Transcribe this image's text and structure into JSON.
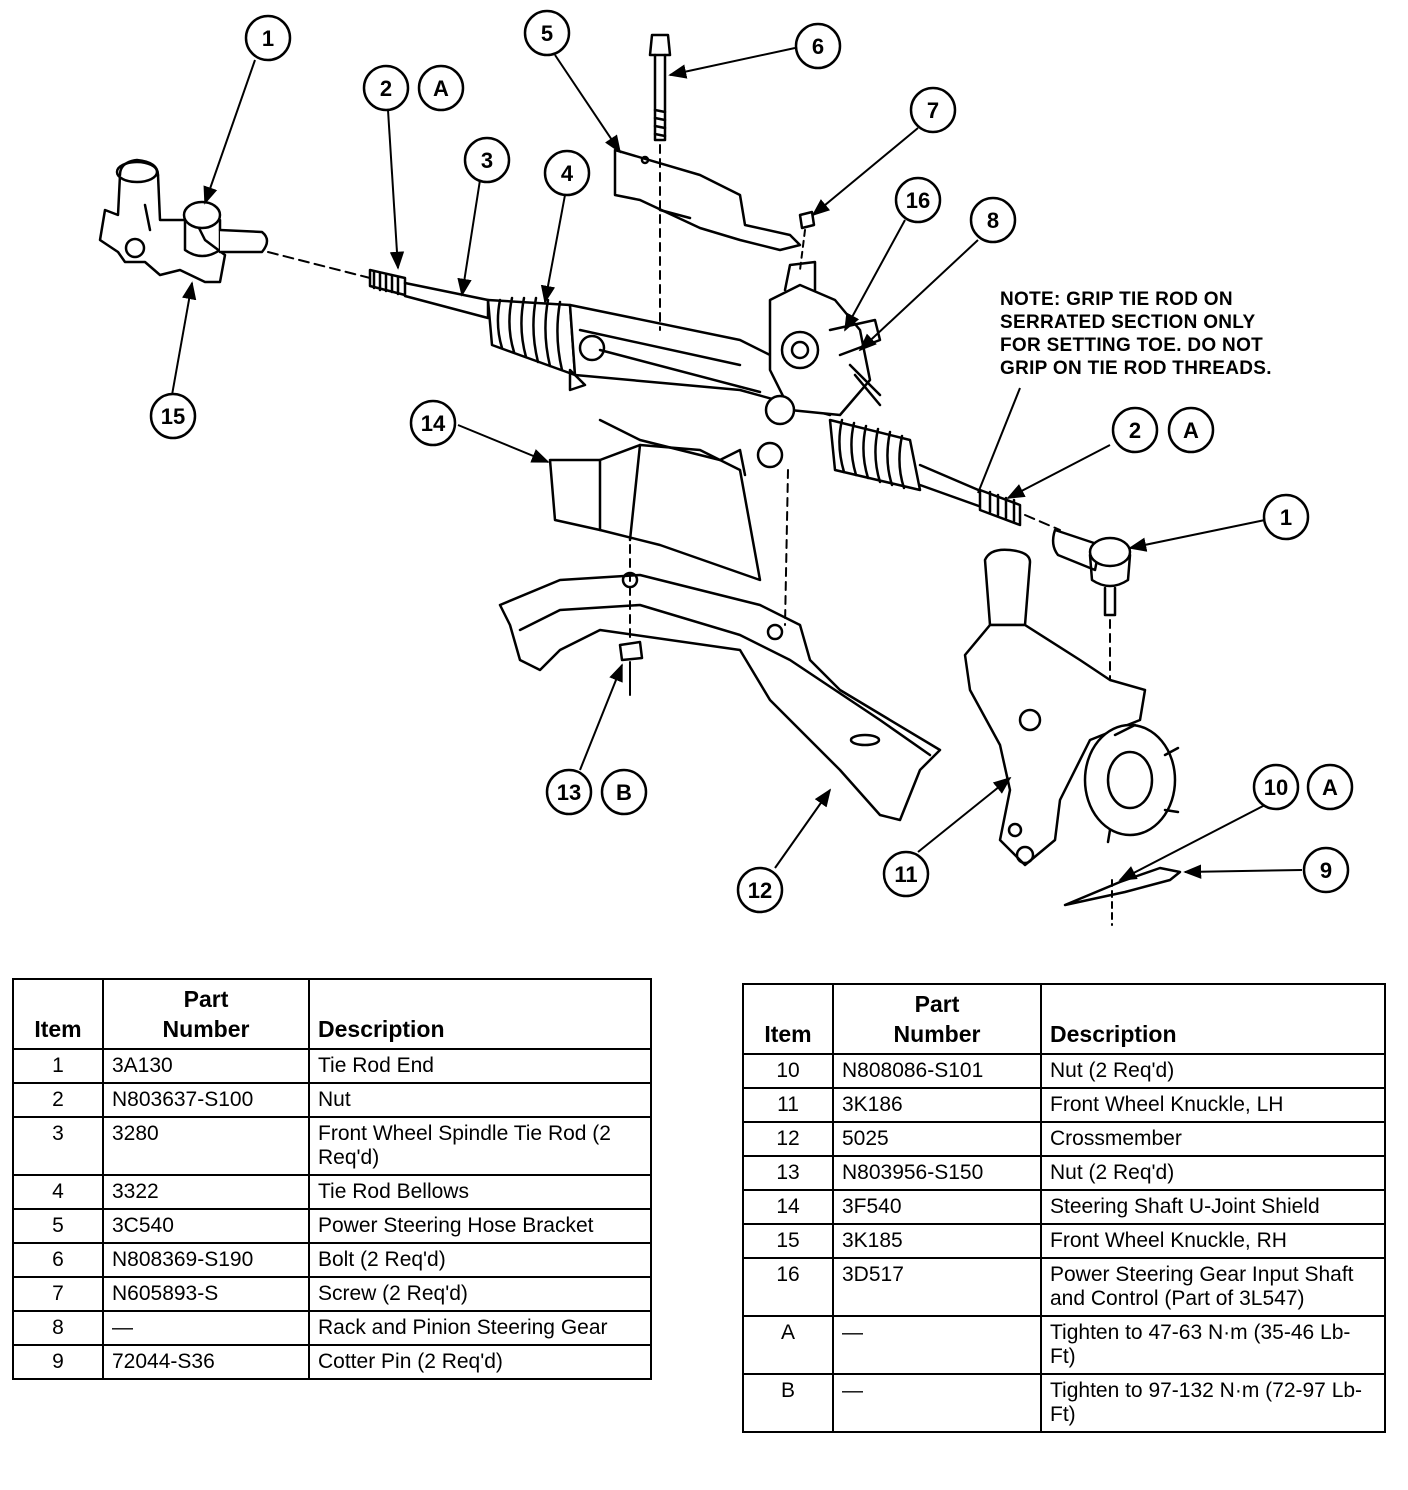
{
  "callouts": {
    "c1a": "1",
    "c2a": "2",
    "cAa": "A",
    "c3": "3",
    "c4": "4",
    "c5": "5",
    "c6": "6",
    "c7": "7",
    "c16": "16",
    "c8": "8",
    "c15": "15",
    "c14": "14",
    "c2b": "2",
    "cAb": "A",
    "c1b": "1",
    "c13": "13",
    "cB": "B",
    "c10": "10",
    "cAc": "A",
    "c9": "9",
    "c11": "11",
    "c12": "12"
  },
  "note": {
    "line1": "NOTE: GRIP TIE ROD ON",
    "line2": "SERRATED SECTION ONLY",
    "line3": "FOR SETTING TOE. DO NOT",
    "line4": "GRIP ON TIE ROD THREADS."
  },
  "table_headers": {
    "item": "Item",
    "part_line1": "Part",
    "part_line2": "Number",
    "description": "Description"
  },
  "table_left": [
    {
      "item": "1",
      "part": "3A130",
      "desc": "Tie Rod End"
    },
    {
      "item": "2",
      "part": "N803637-S100",
      "desc": "Nut"
    },
    {
      "item": "3",
      "part": "3280",
      "desc": "Front Wheel Spindle Tie Rod (2 Req'd)"
    },
    {
      "item": "4",
      "part": "3322",
      "desc": "Tie Rod Bellows"
    },
    {
      "item": "5",
      "part": "3C540",
      "desc": "Power Steering Hose Bracket"
    },
    {
      "item": "6",
      "part": "N808369-S190",
      "desc": "Bolt (2 Req'd)"
    },
    {
      "item": "7",
      "part": "N605893-S",
      "desc": "Screw (2 Req'd)"
    },
    {
      "item": "8",
      "part": "—",
      "desc": "Rack and Pinion Steering Gear"
    },
    {
      "item": "9",
      "part": "72044-S36",
      "desc": "Cotter Pin (2 Req'd)"
    }
  ],
  "table_right": [
    {
      "item": "10",
      "part": "N808086-S101",
      "desc": "Nut (2 Req'd)"
    },
    {
      "item": "11",
      "part": "3K186",
      "desc": "Front Wheel Knuckle, LH"
    },
    {
      "item": "12",
      "part": "5025",
      "desc": "Crossmember"
    },
    {
      "item": "13",
      "part": "N803956-S150",
      "desc": "Nut (2 Req'd)"
    },
    {
      "item": "14",
      "part": "3F540",
      "desc": "Steering Shaft U-Joint Shield"
    },
    {
      "item": "15",
      "part": "3K185",
      "desc": "Front Wheel Knuckle, RH"
    },
    {
      "item": "16",
      "part": "3D517",
      "desc": "Power Steering Gear Input Shaft and Control (Part of 3L547)"
    },
    {
      "item": "A",
      "part": "—",
      "desc": "Tighten to 47-63 N·m (35-46 Lb-Ft)"
    },
    {
      "item": "B",
      "part": "—",
      "desc": "Tighten to 97-132 N·m (72-97 Lb-Ft)"
    }
  ]
}
